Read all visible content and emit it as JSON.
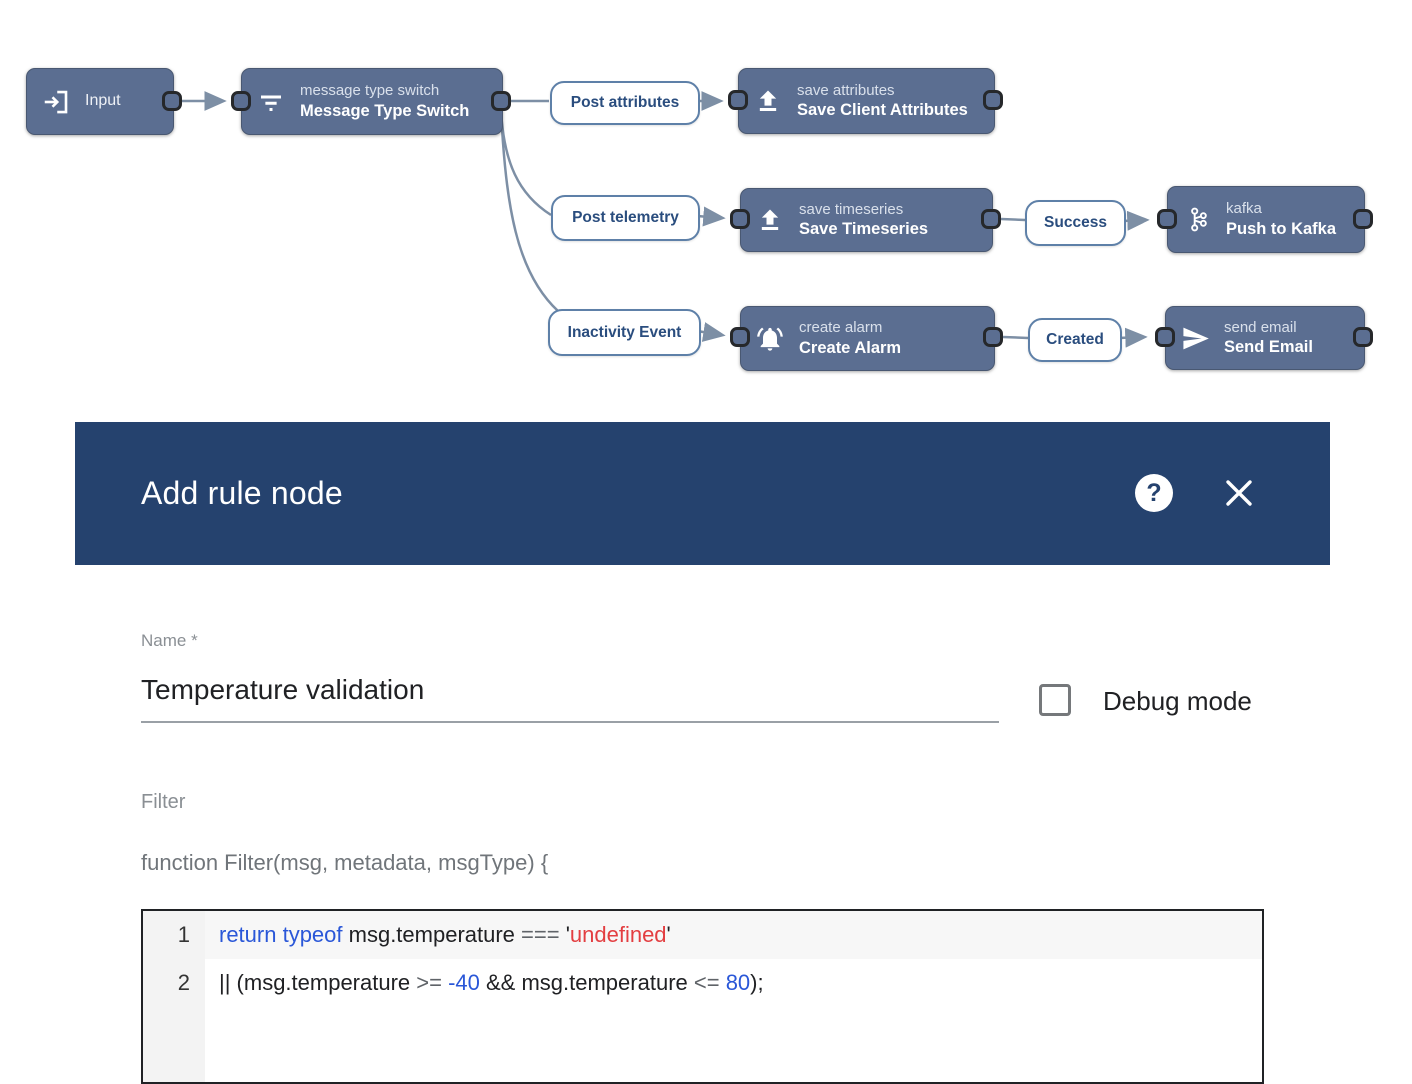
{
  "flow": {
    "nodes": {
      "input": {
        "label": "Input"
      },
      "switch": {
        "type": "message type switch",
        "name": "Message Type Switch"
      },
      "save_attributes": {
        "type": "save attributes",
        "name": "Save Client Attributes"
      },
      "save_timeseries": {
        "type": "save timeseries",
        "name": "Save Timeseries"
      },
      "kafka": {
        "type": "kafka",
        "name": "Push to Kafka"
      },
      "create_alarm": {
        "type": "create alarm",
        "name": "Create Alarm"
      },
      "send_email": {
        "type": "send email",
        "name": "Send Email"
      }
    },
    "link_labels": {
      "post_attributes": "Post attributes",
      "post_telemetry": "Post telemetry",
      "success": "Success",
      "inactivity_event": "Inactivity Event",
      "created": "Created"
    },
    "colors": {
      "node_fill": "#5b6e91",
      "wire": "#7d8fa5",
      "label_text": "#2a4d7e"
    }
  },
  "dialog": {
    "title": "Add rule node",
    "help_glyph": "?",
    "name_label": "Name *",
    "name_value": "Temperature validation",
    "debug_label": "Debug mode",
    "filter_label": "Filter",
    "function_signature": "function Filter(msg, metadata, msgType) {",
    "header_color": "#25426e"
  },
  "editor": {
    "lines": [
      {
        "number": "1",
        "tokens": [
          {
            "text": "return typeof",
            "type": "keyword"
          },
          {
            "text": " msg.temperature ",
            "type": "plain"
          },
          {
            "text": "===",
            "type": "operator"
          },
          {
            "text": " '",
            "type": "plain"
          },
          {
            "text": "undefined",
            "type": "string"
          },
          {
            "text": "'",
            "type": "plain"
          }
        ]
      },
      {
        "number": "2",
        "tokens": [
          {
            "text": "|| (msg.temperature ",
            "type": "plain"
          },
          {
            "text": ">= ",
            "type": "operator"
          },
          {
            "text": "-40",
            "type": "number"
          },
          {
            "text": " && msg.temperature ",
            "type": "plain"
          },
          {
            "text": "<= ",
            "type": "operator"
          },
          {
            "text": "80",
            "type": "number"
          },
          {
            "text": ");",
            "type": "plain"
          }
        ]
      }
    ],
    "token_colors": {
      "keyword": "#2a57d8",
      "string": "#e33e41",
      "number": "#2a57d8",
      "operator": "#5f6368",
      "plain": "#202124"
    }
  }
}
